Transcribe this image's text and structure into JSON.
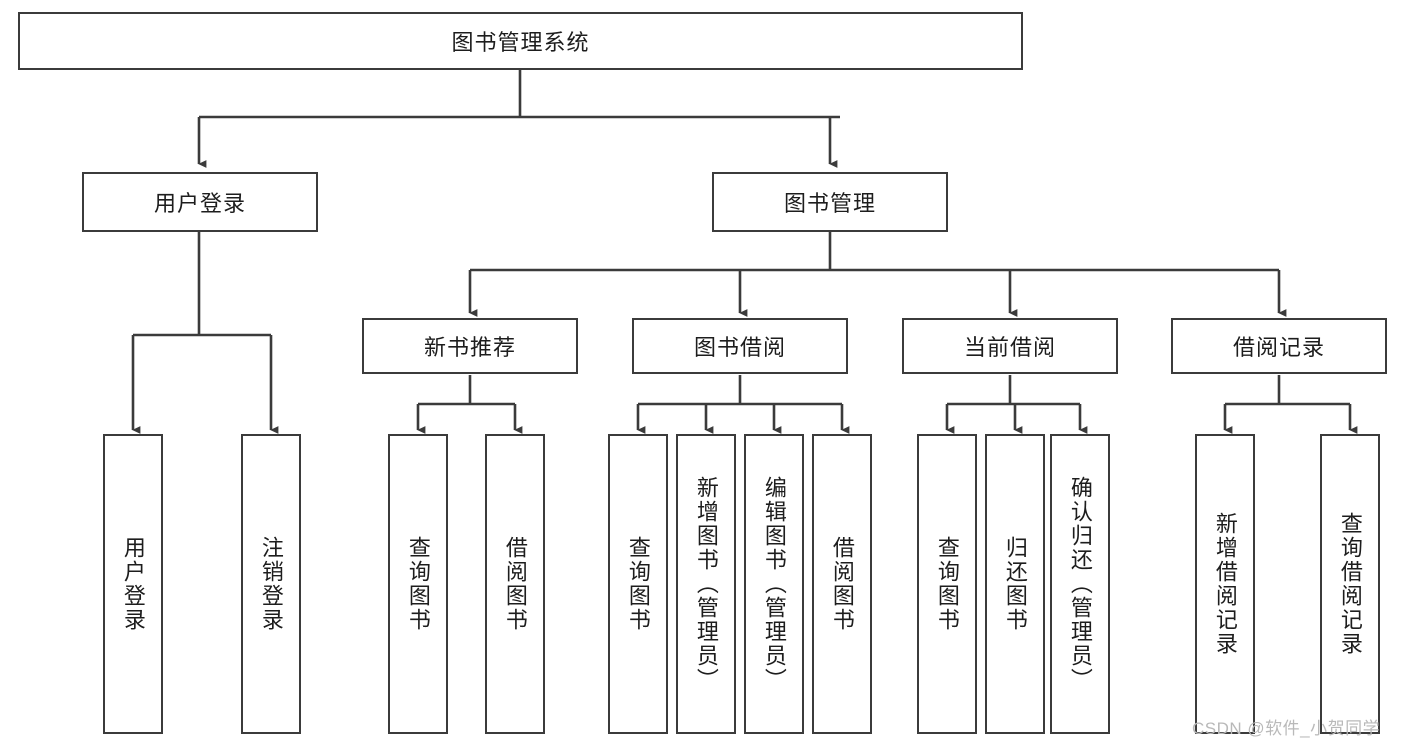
{
  "diagram": {
    "title": "图书管理系统",
    "type": "hierarchy-tree",
    "root": {
      "label": "图书管理系统"
    },
    "level1": [
      {
        "label": "用户登录"
      },
      {
        "label": "图书管理"
      }
    ],
    "level2": [
      {
        "label": "新书推荐"
      },
      {
        "label": "图书借阅"
      },
      {
        "label": "当前借阅"
      },
      {
        "label": "借阅记录"
      }
    ],
    "leaves": {
      "user_login": [
        {
          "label": "用户登录"
        },
        {
          "label": "注销登录"
        }
      ],
      "new_book_rec": [
        {
          "label": "查询图书"
        },
        {
          "label": "借阅图书"
        }
      ],
      "book_borrow": [
        {
          "label": "查询图书"
        },
        {
          "label": "新增图书（管理员）"
        },
        {
          "label": "编辑图书（管理员）"
        },
        {
          "label": "借阅图书"
        }
      ],
      "current_borrow": [
        {
          "label": "查询图书"
        },
        {
          "label": "归还图书"
        },
        {
          "label": "确认归还（管理员）"
        }
      ],
      "borrow_record": [
        {
          "label": "新增借阅记录"
        },
        {
          "label": "查询借阅记录"
        }
      ]
    }
  },
  "watermark": {
    "text": "CSDN @软件_小贺同学"
  },
  "colors": {
    "stroke": "#3b3b3b",
    "text": "#1d1d1d",
    "background": "#ffffff",
    "watermark": "#b9b9b9"
  }
}
